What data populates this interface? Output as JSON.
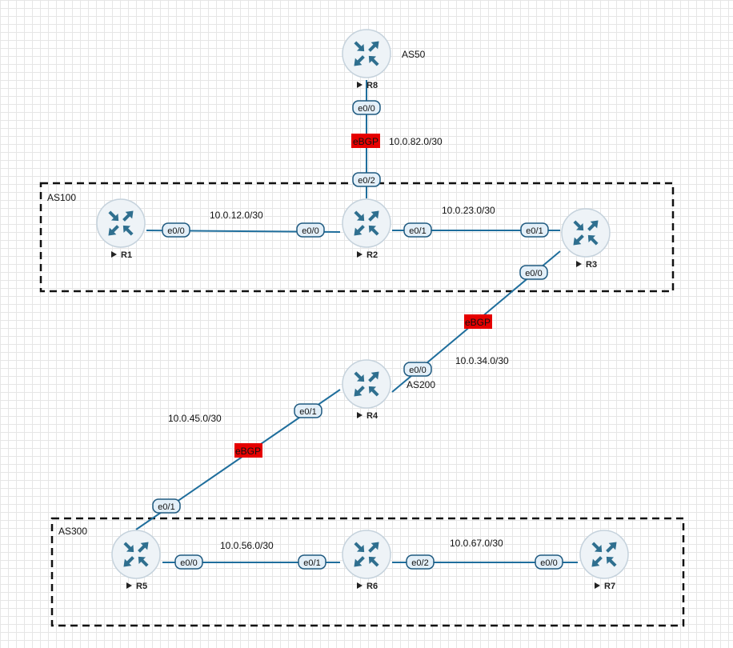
{
  "colors": {
    "link": "#1f6e9c",
    "router_body": "#eef3f7",
    "router_border": "#c5d2dc",
    "router_arrows": "#2f6f8f",
    "iface_fill": "#e3eff8",
    "iface_border": "#1f5a80",
    "ebgp_fill": "#e60000",
    "box_border": "#111111"
  },
  "as_boxes": [
    {
      "id": "as100",
      "label": "AS100"
    },
    {
      "id": "as300",
      "label": "AS300"
    }
  ],
  "as_labels": [
    {
      "id": "as50",
      "label": "AS50"
    },
    {
      "id": "as200",
      "label": "AS200"
    }
  ],
  "routers": [
    {
      "id": "r8",
      "label": "R8",
      "icon": "router-icon"
    },
    {
      "id": "r1",
      "label": "R1",
      "icon": "router-icon"
    },
    {
      "id": "r2",
      "label": "R2",
      "icon": "router-icon"
    },
    {
      "id": "r3",
      "label": "R3",
      "icon": "router-icon"
    },
    {
      "id": "r4",
      "label": "R4",
      "icon": "router-icon"
    },
    {
      "id": "r5",
      "label": "R5",
      "icon": "router-icon"
    },
    {
      "id": "r6",
      "label": "R6",
      "icon": "router-icon"
    },
    {
      "id": "r7",
      "label": "R7",
      "icon": "router-icon"
    }
  ],
  "links": [
    {
      "id": "l82",
      "from": "r8",
      "to": "r2",
      "network": "10.0.82.0/30",
      "from_iface": "e0/0",
      "to_iface": "e0/2",
      "ebgp": "eBGP"
    },
    {
      "id": "l12",
      "from": "r1",
      "to": "r2",
      "network": "10.0.12.0/30",
      "from_iface": "e0/0",
      "to_iface": "e0/0",
      "ebgp": ""
    },
    {
      "id": "l23",
      "from": "r2",
      "to": "r3",
      "network": "10.0.23.0/30",
      "from_iface": "e0/1",
      "to_iface": "e0/1",
      "ebgp": ""
    },
    {
      "id": "l34",
      "from": "r3",
      "to": "r4",
      "network": "10.0.34.0/30",
      "from_iface": "e0/0",
      "to_iface": "e0/0",
      "ebgp": "eBGP"
    },
    {
      "id": "l45",
      "from": "r4",
      "to": "r5",
      "network": "10.0.45.0/30",
      "from_iface": "e0/1",
      "to_iface": "e0/1",
      "ebgp": "eBGP"
    },
    {
      "id": "l56",
      "from": "r5",
      "to": "r6",
      "network": "10.0.56.0/30",
      "from_iface": "e0/0",
      "to_iface": "e0/1",
      "ebgp": ""
    },
    {
      "id": "l67",
      "from": "r6",
      "to": "r7",
      "network": "10.0.67.0/30",
      "from_iface": "e0/2",
      "to_iface": "e0/0",
      "ebgp": ""
    }
  ]
}
